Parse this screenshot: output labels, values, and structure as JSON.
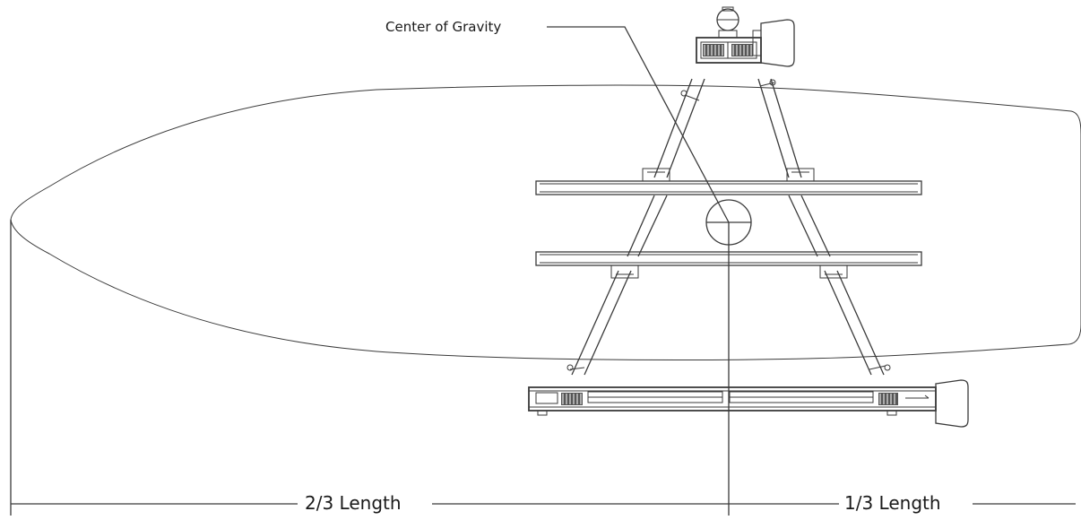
{
  "diagram": {
    "cg_label": "Center of Gravity",
    "dim_two_thirds": "2/3 Length",
    "dim_one_third": "1/3 Length"
  }
}
